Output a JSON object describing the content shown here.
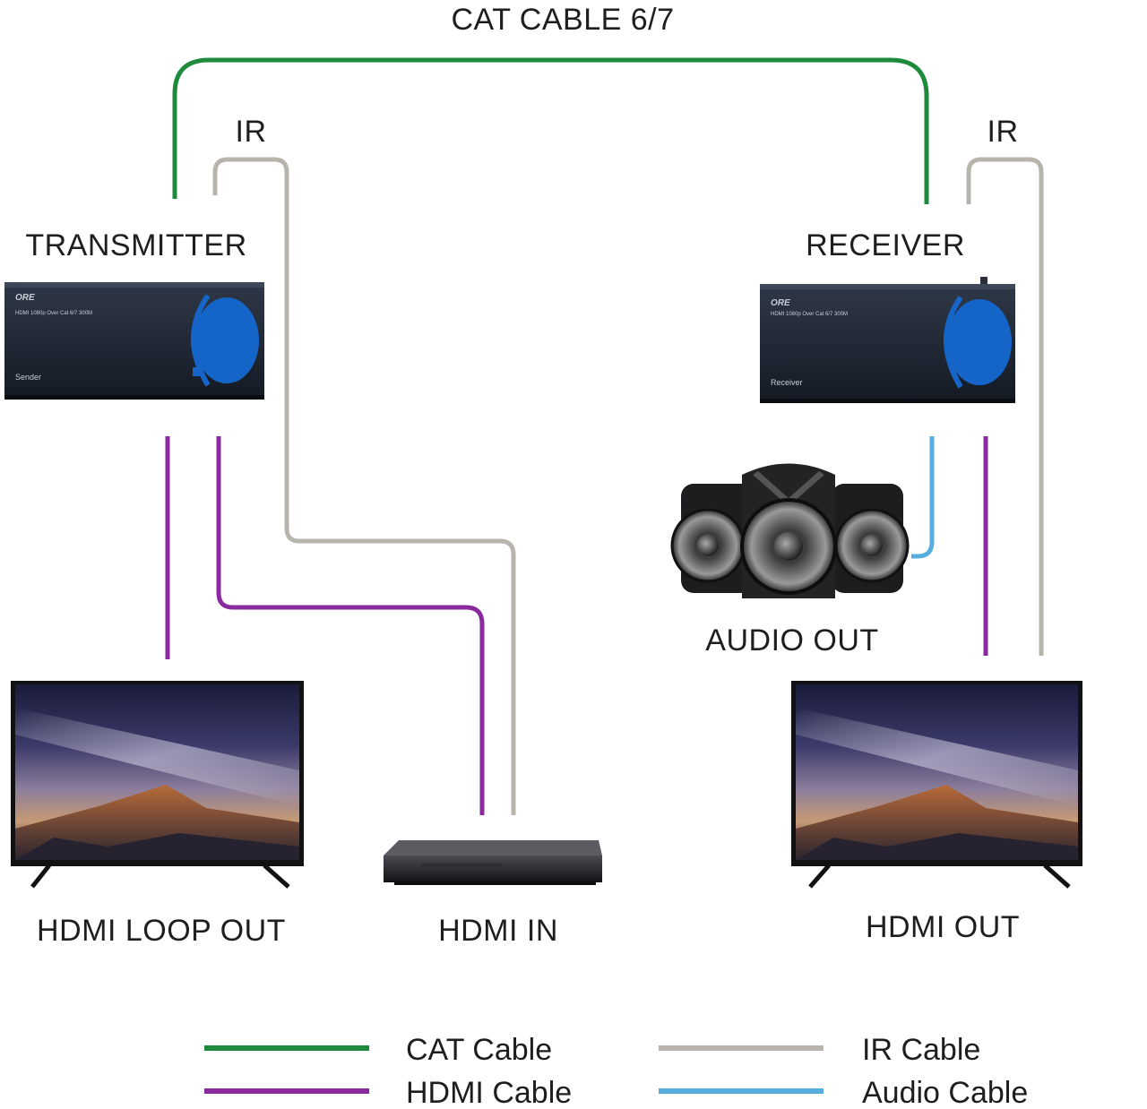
{
  "labels": {
    "cat_cable": "CAT CABLE 6/7",
    "ir_left": "IR",
    "ir_right": "IR",
    "transmitter": "TRANSMITTER",
    "receiver": "RECEIVER",
    "audio_out": "AUDIO OUT",
    "hdmi_loop_out": "HDMI LOOP OUT",
    "hdmi_in": "HDMI IN",
    "hdmi_out": "HDMI OUT"
  },
  "devices": {
    "transmitter_box": {
      "brand": "ORE",
      "model": "HDMI 1080p Over Cat 6/7 300M",
      "name": "Sender"
    },
    "receiver_box": {
      "brand": "ORE",
      "model": "HDMI 1080p Over Cat 6/7 300M",
      "name": "Receiver"
    }
  },
  "legend": [
    {
      "label": "CAT Cable",
      "color": "#1e8a3c"
    },
    {
      "label": "IR Cable",
      "color": "#b7b4ab"
    },
    {
      "label": "HDMI Cable",
      "color": "#8a2a9e"
    },
    {
      "label": "Audio Cable",
      "color": "#55aede"
    }
  ],
  "colors": {
    "cat": "#1e8a3c",
    "hdmi": "#8a2a9e",
    "ir": "#b7b4ab",
    "audio": "#55aede",
    "box_accent": "#1565c8"
  }
}
